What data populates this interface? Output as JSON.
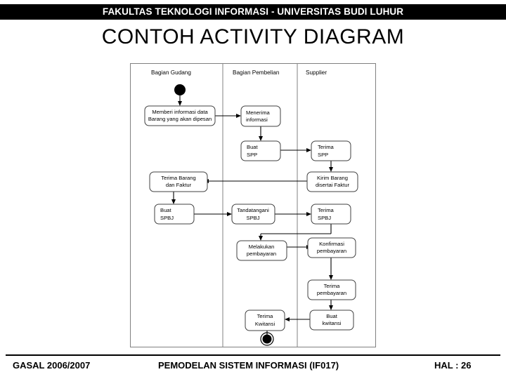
{
  "header": {
    "title": "FAKULTAS TEKNOLOGI INFORMASI - UNIVERSITAS BUDI LUHUR"
  },
  "slide": {
    "title": "CONTOH ACTIVITY DIAGRAM"
  },
  "footer": {
    "left": "GASAL 2006/2007",
    "center": "PEMODELAN SISTEM INFORMASI (IF017)",
    "right": "HAL : 26"
  },
  "diagram": {
    "type": "activity-diagram",
    "swimlanes": [
      {
        "id": "gudang",
        "title": "Bagian Gudang"
      },
      {
        "id": "pembelian",
        "title": "Bagian Pembelian"
      },
      {
        "id": "supplier",
        "title": "Supplier"
      }
    ],
    "nodes": [
      {
        "id": "start",
        "kind": "initial-node",
        "lane": "gudang",
        "label": ""
      },
      {
        "id": "n1",
        "kind": "action",
        "lane": "gudang",
        "line1": "Memberi informasi data",
        "line2": "Barang yang akan dipesan"
      },
      {
        "id": "n2",
        "kind": "action",
        "lane": "pembelian",
        "line1": "Menerima",
        "line2": "informasi"
      },
      {
        "id": "n3",
        "kind": "action",
        "lane": "pembelian",
        "line1": "Buat",
        "line2": "SPP"
      },
      {
        "id": "n4",
        "kind": "action",
        "lane": "supplier",
        "line1": "Terima",
        "line2": "SPP"
      },
      {
        "id": "n5",
        "kind": "action",
        "lane": "supplier",
        "line1": "Kirim Barang",
        "line2": "disertai Faktur"
      },
      {
        "id": "n6",
        "kind": "action",
        "lane": "gudang",
        "line1": "Terima Barang",
        "line2": "dan Faktur"
      },
      {
        "id": "n7",
        "kind": "action",
        "lane": "gudang",
        "line1": "Buat",
        "line2": "SPBJ"
      },
      {
        "id": "n8",
        "kind": "action",
        "lane": "pembelian",
        "line1": "Tandatangani",
        "line2": "SPBJ"
      },
      {
        "id": "n9",
        "kind": "action",
        "lane": "supplier",
        "line1": "Terima",
        "line2": "SPBJ"
      },
      {
        "id": "n10",
        "kind": "action",
        "lane": "pembelian",
        "line1": "Melakukan",
        "line2": "pembayaran"
      },
      {
        "id": "n11",
        "kind": "action",
        "lane": "supplier",
        "line1": "Konfirmasi",
        "line2": "pembayaran"
      },
      {
        "id": "n12",
        "kind": "action",
        "lane": "supplier",
        "line1": "Terima",
        "line2": "pembayaran"
      },
      {
        "id": "n13",
        "kind": "action",
        "lane": "supplier",
        "line1": "Buat",
        "line2": "kwitansi"
      },
      {
        "id": "n14",
        "kind": "action",
        "lane": "pembelian",
        "line1": "Terima",
        "line2": "Kwitansi"
      },
      {
        "id": "end",
        "kind": "final-node",
        "lane": "pembelian",
        "label": ""
      }
    ]
  }
}
